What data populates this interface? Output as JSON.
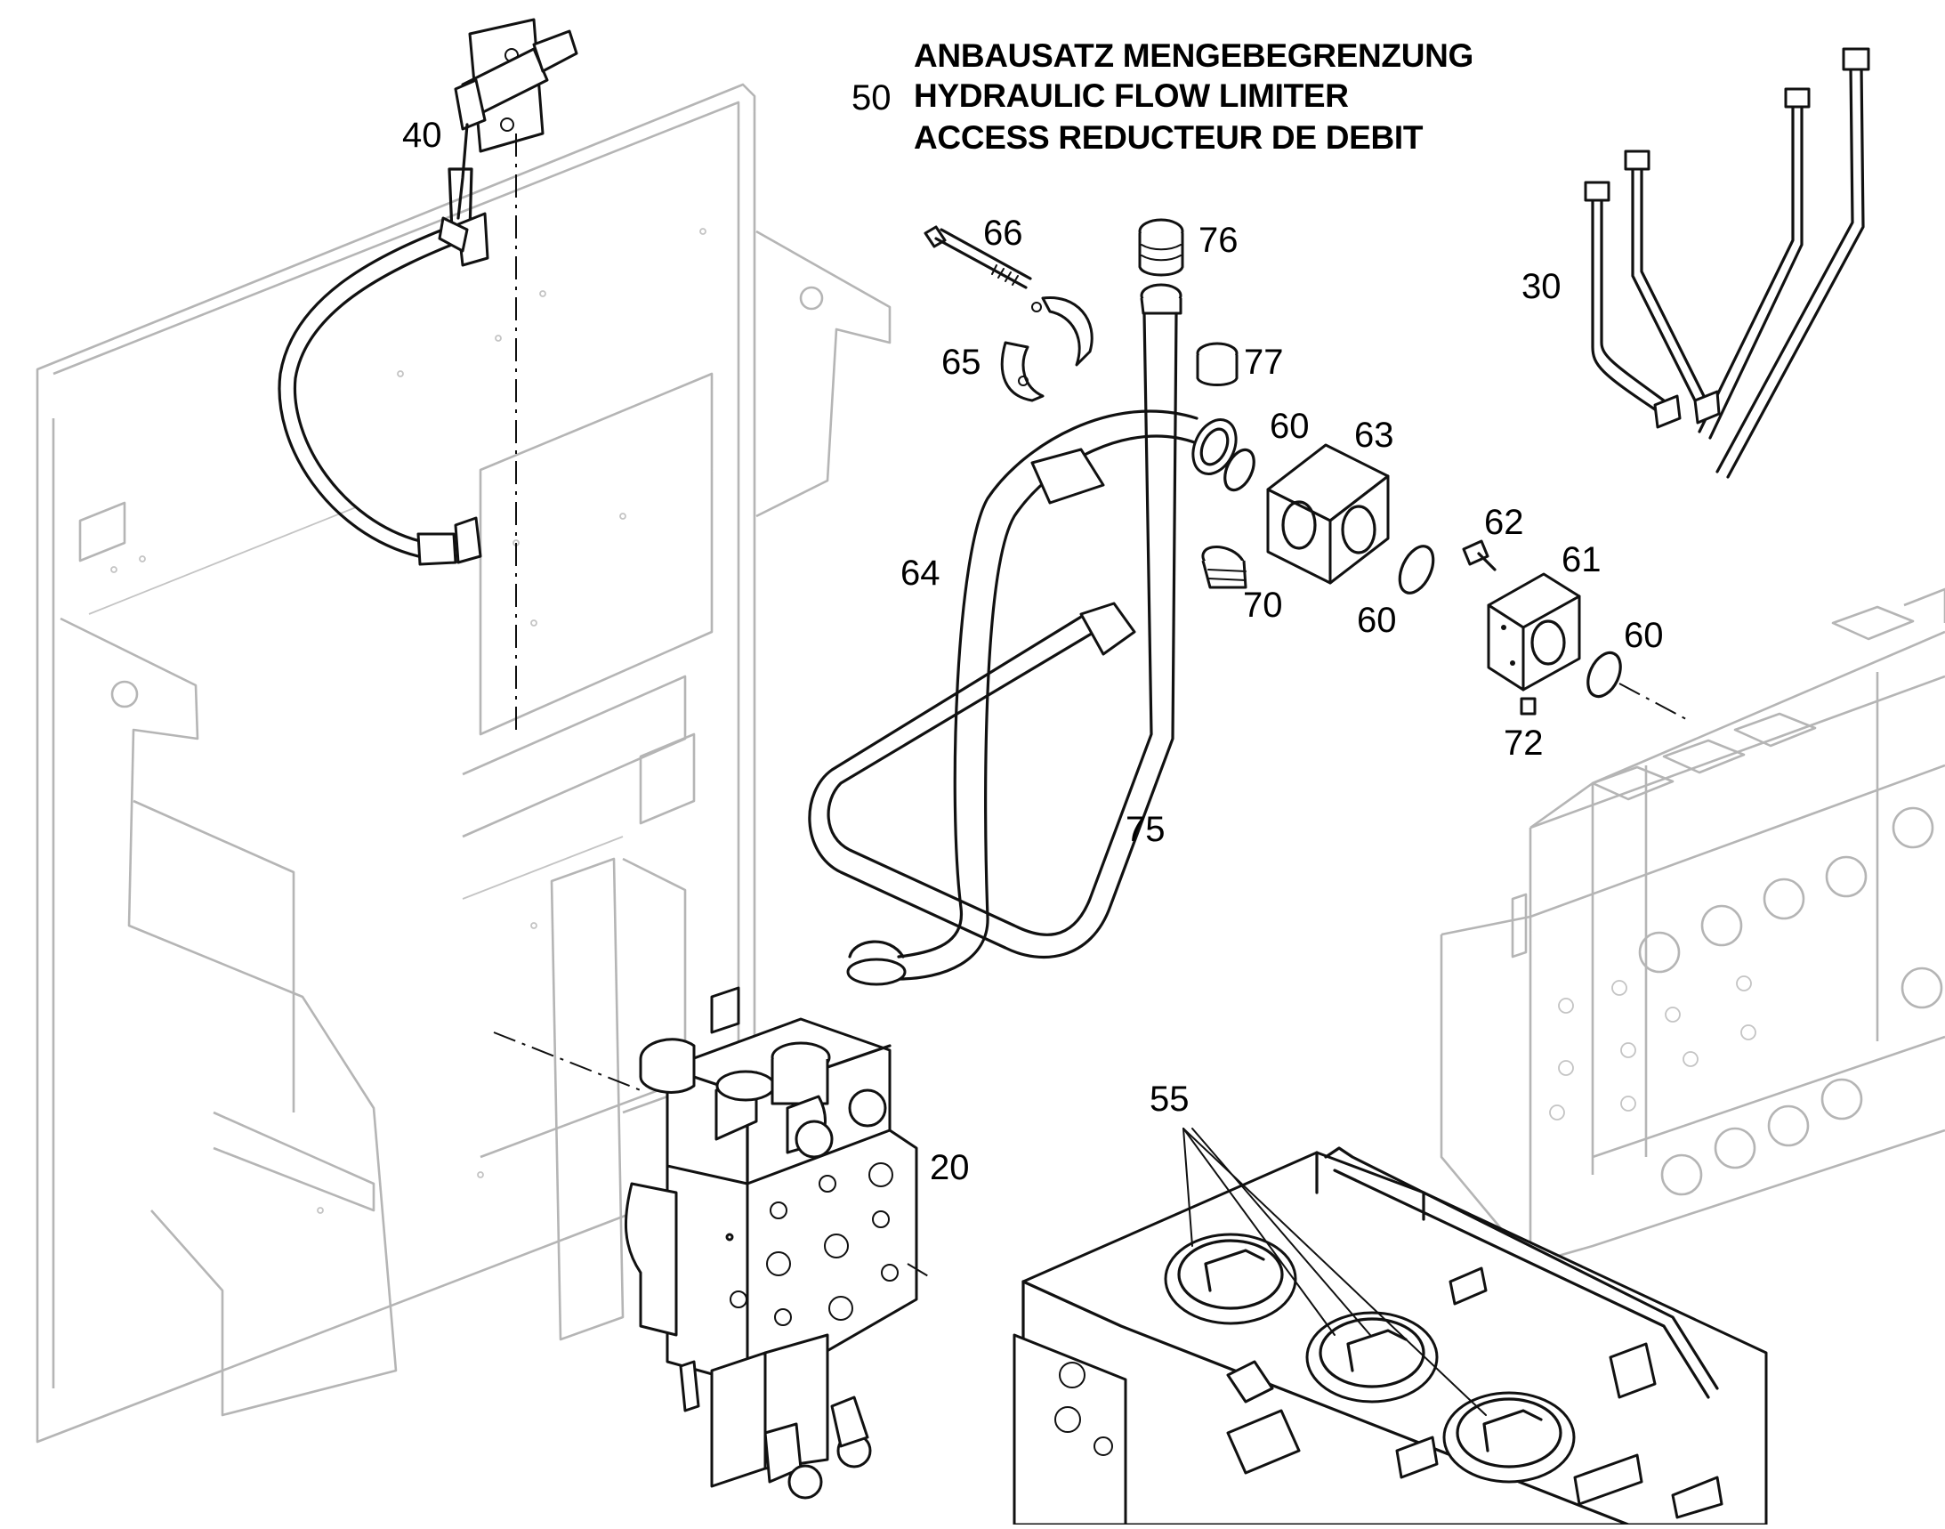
{
  "title": {
    "item_number": "50",
    "line_de": "ANBAUSATZ MENGEBEGRENZUNG",
    "line_en": "HYDRAULIC FLOW LIMITER",
    "line_fr": "ACCESS REDUCTEUR DE DEBIT"
  },
  "callouts": {
    "c40": "40",
    "c66": "66",
    "c76": "76",
    "c30": "30",
    "c65": "65",
    "c77": "77",
    "c60a": "60",
    "c63": "63",
    "c62": "62",
    "c64": "64",
    "c61": "61",
    "c70": "70",
    "c60b": "60",
    "c60c": "60",
    "c72": "72",
    "c75": "75",
    "c55": "55",
    "c20": "20"
  }
}
